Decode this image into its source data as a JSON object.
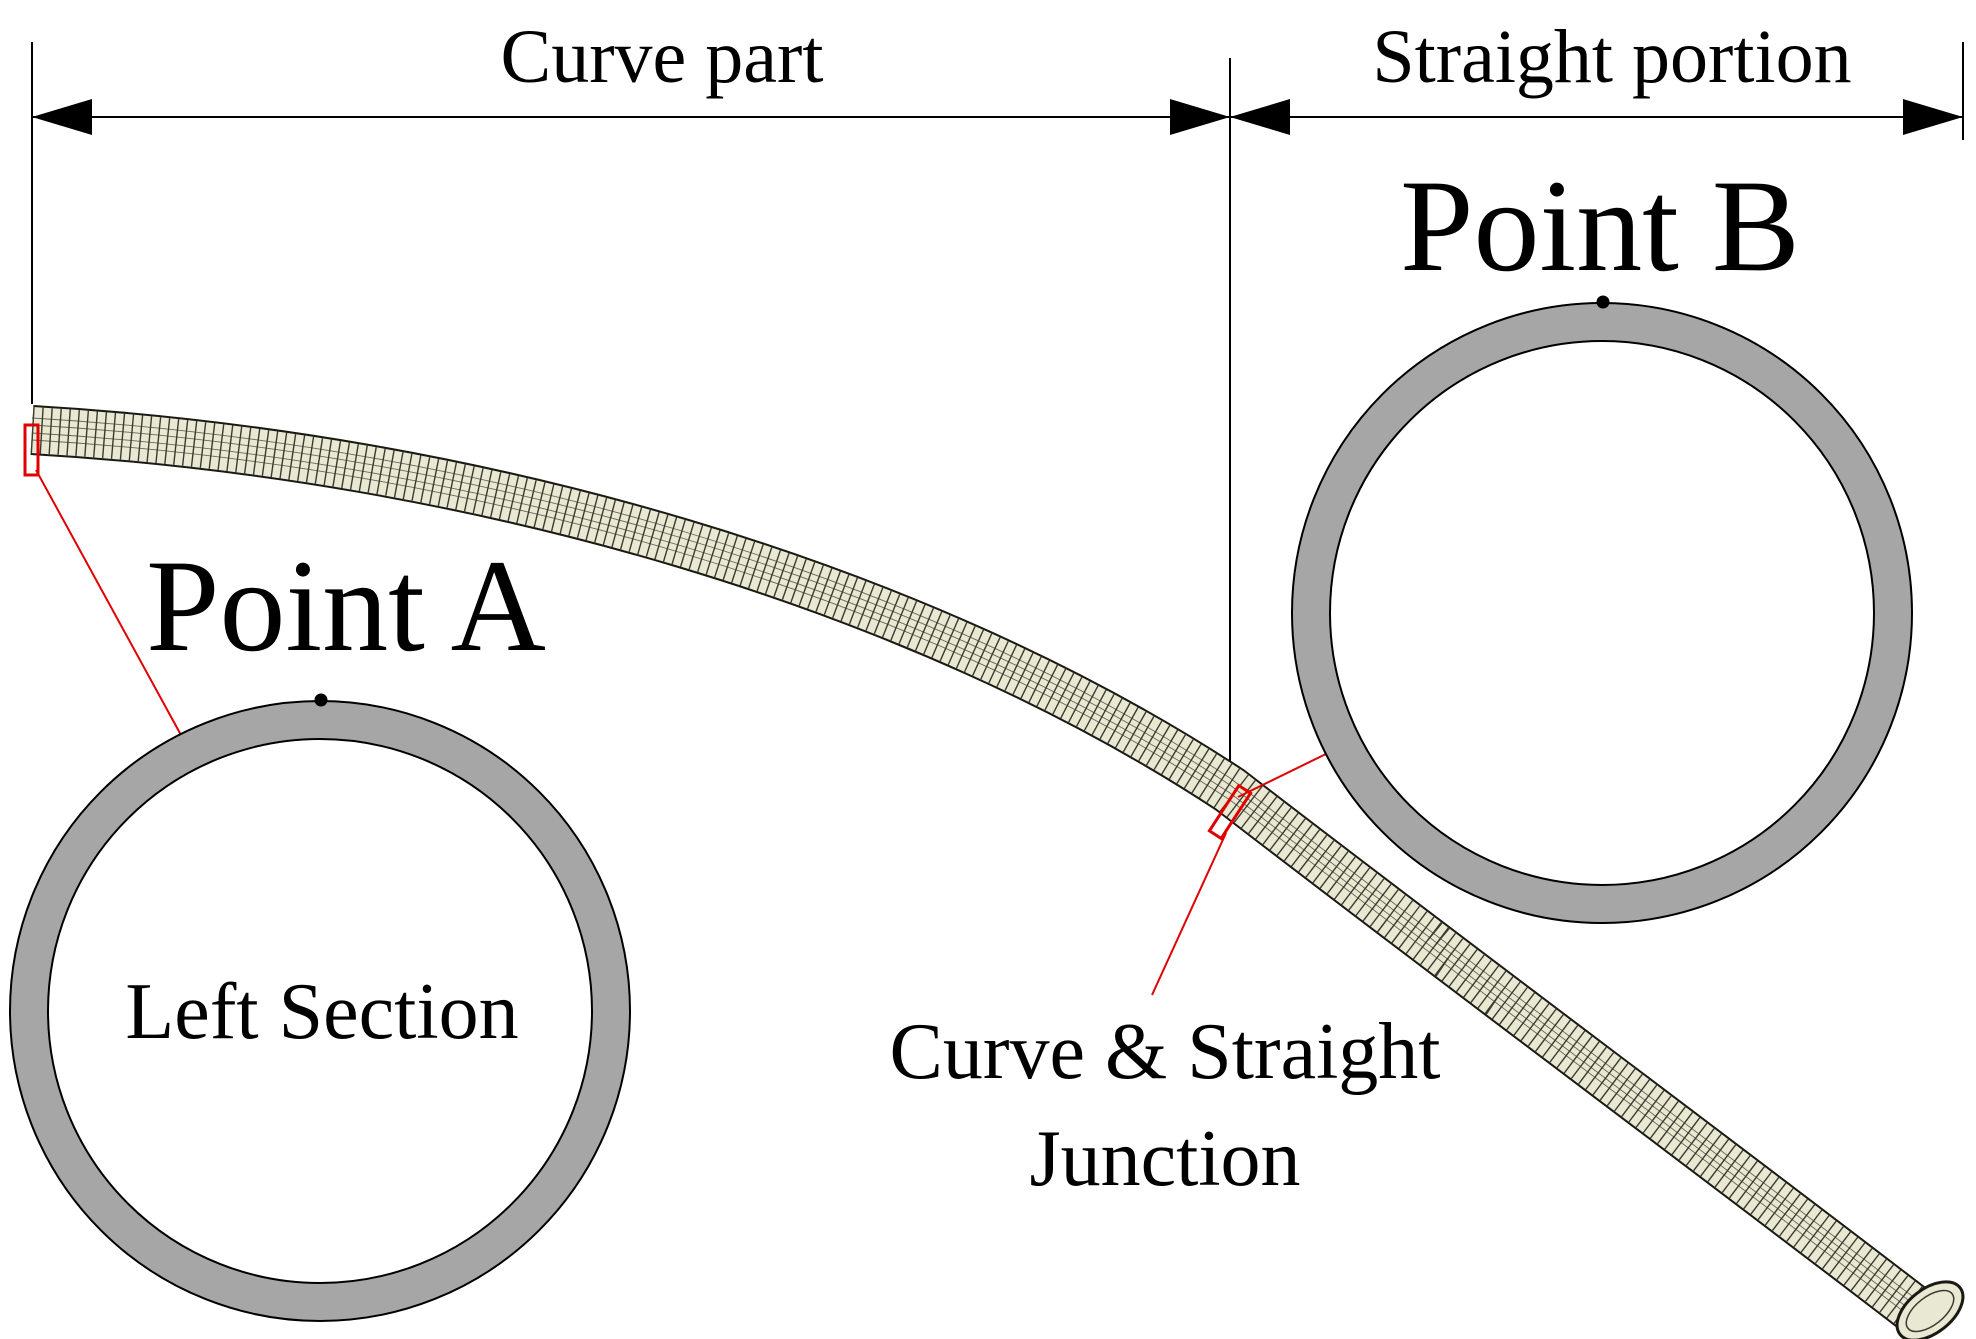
{
  "labels": {
    "curve_part": "Curve part",
    "straight_portion": "Straight portion",
    "point_a": "Point A",
    "point_b": "Point B",
    "left_section": "Left Section",
    "junction_line1": "Curve & Straight",
    "junction_line2": "Junction"
  },
  "colors": {
    "ring_fill": "#a6a6a6",
    "pipe_fill": "#e9e8d2",
    "mesh_line": "#3a3a30",
    "marker": "#e00000",
    "ink": "#000000"
  }
}
